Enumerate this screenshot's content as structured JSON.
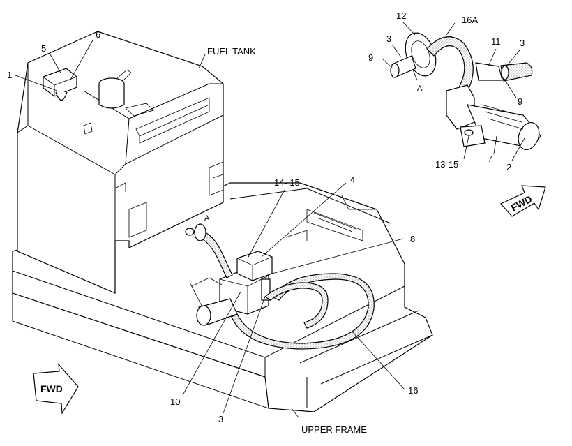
{
  "labels": {
    "fuel_tank": "FUEL TANK",
    "upper_frame": "UPPER FRAME",
    "fwd_main": "FWD",
    "fwd_inset": "FWD",
    "connection_main": "A",
    "connection_inset": "A"
  },
  "callouts": {
    "c1": "1",
    "c5": "5",
    "c6": "6",
    "c14_15": "14- 15",
    "c4": "4",
    "c8": "8",
    "c10": "10",
    "c3_main": "3",
    "c16": "16",
    "c12": "12",
    "c16a": "16A",
    "c3_inset_left": "3",
    "c9_inset_left": "9",
    "c11": "11",
    "c3_inset_right": "3",
    "c9_inset_right": "9",
    "c13_15": "13-15",
    "c7": "7",
    "c2": "2"
  }
}
